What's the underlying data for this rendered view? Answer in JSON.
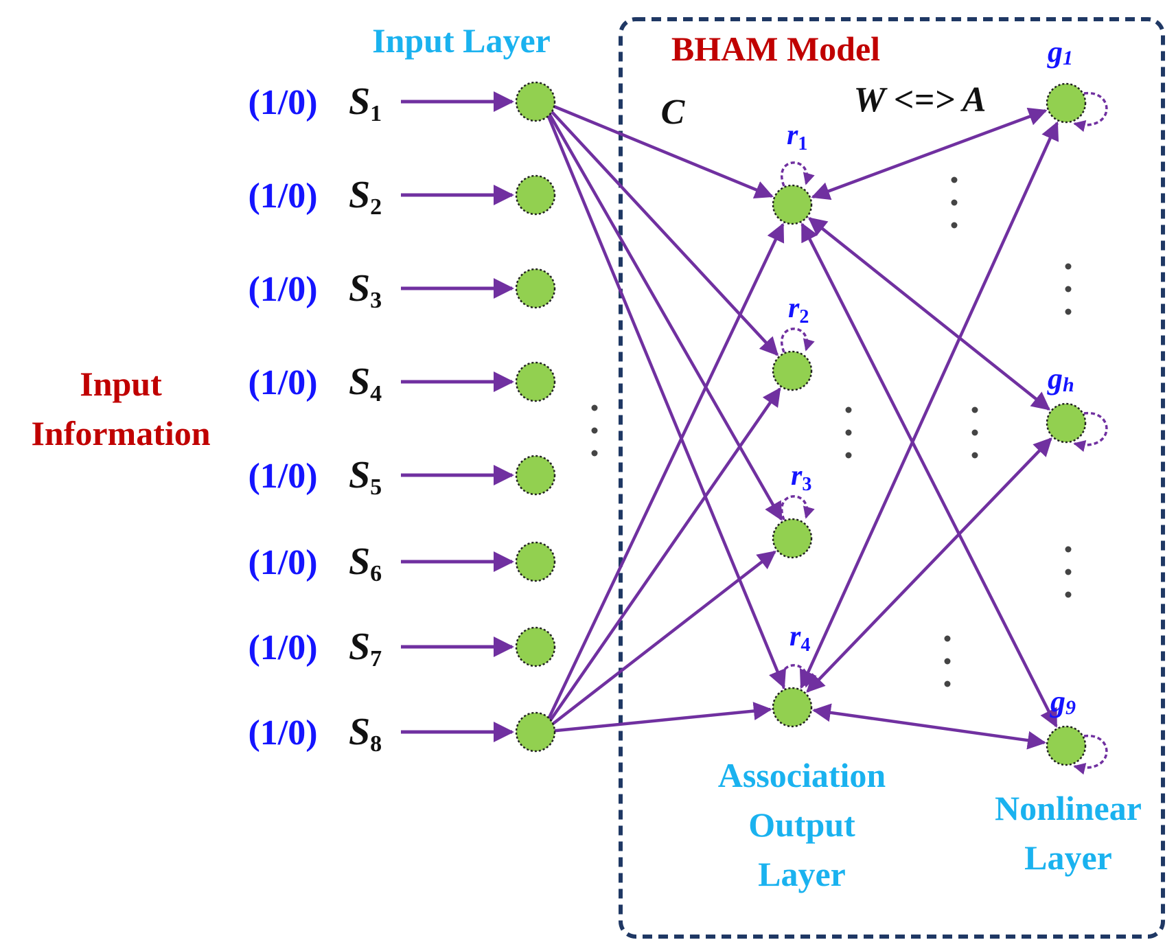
{
  "labels": {
    "input_layer": "Input Layer",
    "model_title": "BHAM Model",
    "input_info_line1": "Input",
    "input_info_line2": "Information",
    "c_label": "C",
    "w_a_label": "W <=> A",
    "assoc_line1": "Association",
    "assoc_line2": "Output",
    "assoc_line3": "Layer",
    "nonlinear_line1": "Nonlinear",
    "nonlinear_line2": "Layer"
  },
  "inputs": [
    {
      "value": "(1/0)",
      "name": "S",
      "sub": "1"
    },
    {
      "value": "(1/0)",
      "name": "S",
      "sub": "2"
    },
    {
      "value": "(1/0)",
      "name": "S",
      "sub": "3"
    },
    {
      "value": "(1/0)",
      "name": "S",
      "sub": "4"
    },
    {
      "value": "(1/0)",
      "name": "S",
      "sub": "5"
    },
    {
      "value": "(1/0)",
      "name": "S",
      "sub": "6"
    },
    {
      "value": "(1/0)",
      "name": "S",
      "sub": "7"
    },
    {
      "value": "(1/0)",
      "name": "S",
      "sub": "8"
    }
  ],
  "association_nodes": [
    {
      "name": "r",
      "sub": "1"
    },
    {
      "name": "r",
      "sub": "2"
    },
    {
      "name": "r",
      "sub": "3"
    },
    {
      "name": "r",
      "sub": "4"
    }
  ],
  "nonlinear_nodes": [
    {
      "name": "g",
      "sub": "1"
    },
    {
      "name": "g",
      "sub": "h"
    },
    {
      "name": "g",
      "sub": "9"
    }
  ],
  "colors": {
    "arrow": "#7030a0",
    "node_fill": "#92d050",
    "frame": "#1f3864",
    "cyan_text": "#1ab2ef",
    "red_text": "#c00000",
    "blue_text": "#1414ff"
  }
}
